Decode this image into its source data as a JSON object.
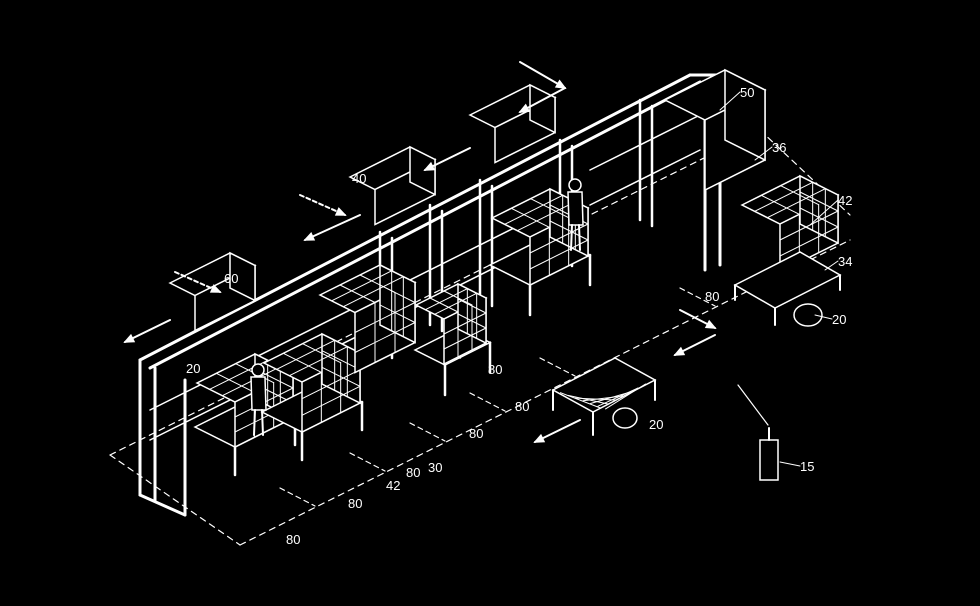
{
  "figure": {
    "labels": [
      "50",
      "36",
      "42",
      "34",
      "20",
      "80",
      "40",
      "60",
      "20",
      "80",
      "80",
      "80",
      "20",
      "30",
      "80",
      "42",
      "80",
      "80",
      "15"
    ]
  },
  "colors": {
    "background": "#000000",
    "line": "#ffffff"
  }
}
